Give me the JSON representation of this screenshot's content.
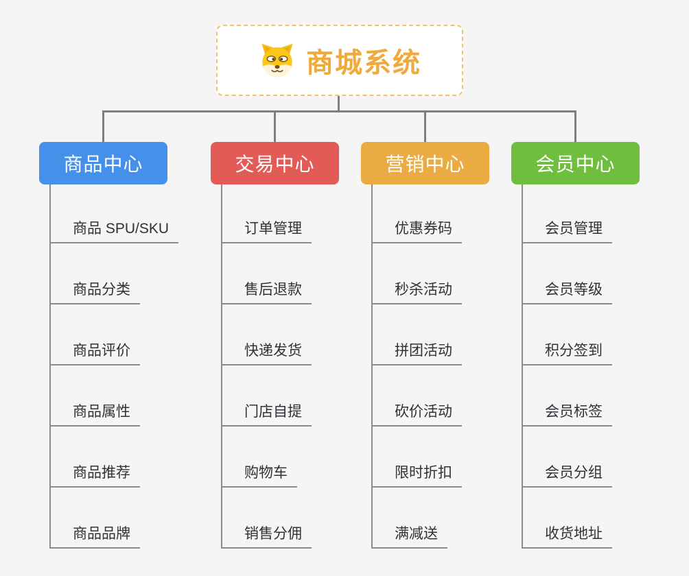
{
  "canvas": {
    "background": "#f5f5f5",
    "connector_color": "#7f7f7f",
    "underline_color": "#8a8a8a"
  },
  "root": {
    "title": "商城系统",
    "icon": "dog-face-icon",
    "title_color": "#f0a93c",
    "border_color": "#f2c36b"
  },
  "branches": [
    {
      "label": "商品中心",
      "color": "#4590e8",
      "children": [
        "商品 SPU/SKU",
        "商品分类",
        "商品评价",
        "商品属性",
        "商品推荐",
        "商品品牌"
      ]
    },
    {
      "label": "交易中心",
      "color": "#e25b56",
      "children": [
        "订单管理",
        "售后退款",
        "快递发货",
        "门店自提",
        "购物车",
        "销售分佣"
      ]
    },
    {
      "label": "营销中心",
      "color": "#ebab43",
      "children": [
        "优惠券码",
        "秒杀活动",
        "拼团活动",
        "砍价活动",
        "限时折扣",
        "满减送"
      ]
    },
    {
      "label": "会员中心",
      "color": "#70be3f",
      "children": [
        "会员管理",
        "会员等级",
        "积分签到",
        "会员标签",
        "会员分组",
        "收货地址"
      ]
    }
  ]
}
